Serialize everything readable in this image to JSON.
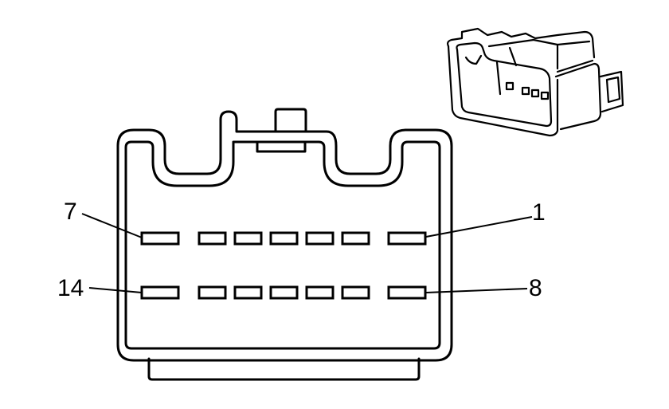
{
  "connector": {
    "pin_labels": {
      "top_left": "7",
      "top_right": "1",
      "bottom_left": "14",
      "bottom_right": "8"
    },
    "pin_rows": 2,
    "pins_per_row": 7
  },
  "colors": {
    "line": "#000000",
    "background": "#ffffff"
  }
}
